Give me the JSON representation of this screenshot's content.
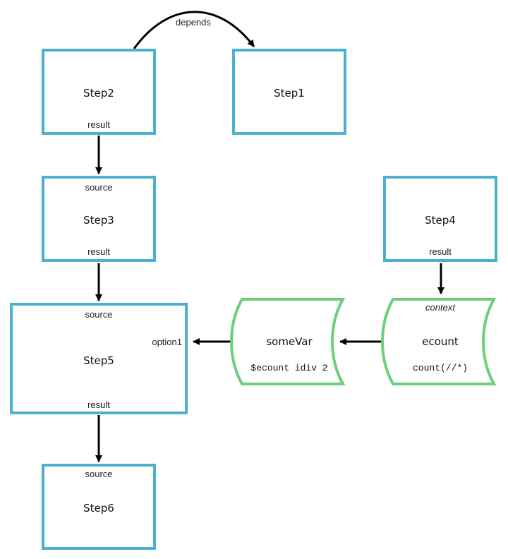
{
  "diagram": {
    "colors": {
      "step_border": "#4cb1cf",
      "variable_border": "#6ccf7c",
      "arrow": "#000000"
    },
    "steps": [
      {
        "id": "step1",
        "title": "Step1"
      },
      {
        "id": "step2",
        "title": "Step2",
        "ports": {
          "bottom": "result"
        }
      },
      {
        "id": "step3",
        "title": "Step3",
        "ports": {
          "top": "source",
          "bottom": "result"
        }
      },
      {
        "id": "step4",
        "title": "Step4",
        "ports": {
          "bottom": "result"
        }
      },
      {
        "id": "step5",
        "title": "Step5",
        "ports": {
          "top": "source",
          "bottom": "result",
          "right": "option1"
        }
      },
      {
        "id": "step6",
        "title": "Step6",
        "ports": {
          "top": "source"
        }
      }
    ],
    "variables": [
      {
        "id": "someVar",
        "title": "someVar",
        "expression": "$ecount idiv 2"
      },
      {
        "id": "ecount",
        "title": "ecount",
        "context": "context",
        "expression": "count(//*)"
      }
    ],
    "edges": [
      {
        "from": "step2",
        "to": "step1",
        "label": "depends"
      },
      {
        "from": "step2.result",
        "to": "step3.source"
      },
      {
        "from": "step3.result",
        "to": "step5.source"
      },
      {
        "from": "step5.result",
        "to": "step6.source"
      },
      {
        "from": "step4.result",
        "to": "ecount.context"
      },
      {
        "from": "ecount",
        "to": "someVar"
      },
      {
        "from": "someVar",
        "to": "step5.option1"
      }
    ]
  }
}
